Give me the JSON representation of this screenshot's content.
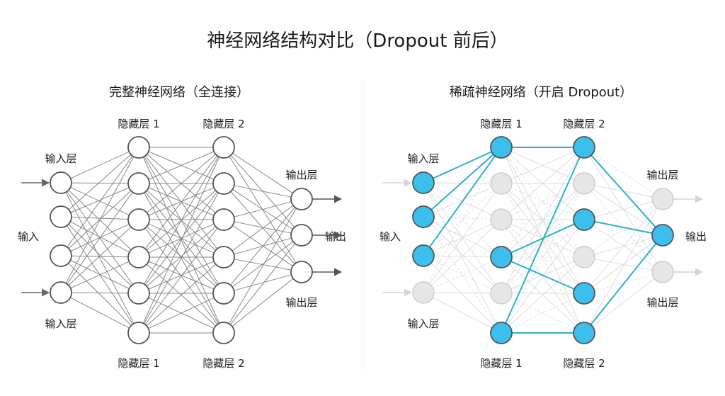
{
  "title": "神经网络结构对比（Dropout 前后）",
  "colors": {
    "edge": "#888888",
    "node_stroke": "#555555",
    "active_fill": "#3bbfec",
    "active_edge": "#2bb3c8",
    "inactive_fill": "#e6e6e6",
    "inactive_stroke": "#cccccc",
    "inactive_edge": "#dddddd",
    "arrow_left": "#666666",
    "arrow_right_inactive": "#cfcfcf"
  },
  "left": {
    "title": "完整神经网络（全连接）",
    "labels": {
      "hidden1_top": "隐藏层 1",
      "hidden2_top": "隐藏层 2",
      "input_top": "输入层",
      "output_top": "输出层",
      "input_side": "输入",
      "output_side": "输出",
      "input_bottom": "输入层",
      "output_bottom": "输出层",
      "hidden1_bottom": "隐藏层 1",
      "hidden2_bottom": "隐藏层 2"
    },
    "layers": {
      "input": 4,
      "hidden1": 6,
      "hidden2": 6,
      "output": 3
    }
  },
  "right": {
    "title": "稀疏神经网络（开启 Dropout）",
    "labels": {
      "hidden1_top": "隐藏层 1",
      "hidden2_top": "隐藏层 2",
      "input_top": "输入层",
      "output_top": "输出层",
      "input_side": "输入",
      "output_side": "输出",
      "input_bottom": "输入层",
      "output_bottom": "输出层",
      "hidden1_bottom": "隐藏层 1",
      "hidden2_bottom": "隐藏层 2"
    },
    "active": {
      "input": [
        true,
        true,
        true,
        false
      ],
      "hidden1": [
        true,
        false,
        false,
        true,
        false,
        true
      ],
      "hidden2": [
        true,
        false,
        true,
        false,
        true,
        true
      ],
      "output": [
        false,
        true,
        false
      ]
    },
    "active_edges": [
      [
        "input",
        0,
        "hidden1",
        0
      ],
      [
        "input",
        1,
        "hidden1",
        0
      ],
      [
        "input",
        2,
        "hidden1",
        0
      ],
      [
        "hidden1",
        0,
        "hidden2",
        0
      ],
      [
        "hidden1",
        3,
        "hidden2",
        2
      ],
      [
        "hidden1",
        3,
        "hidden2",
        4
      ],
      [
        "hidden1",
        5,
        "hidden2",
        0
      ],
      [
        "hidden1",
        5,
        "hidden2",
        5
      ],
      [
        "hidden2",
        0,
        "output",
        1
      ],
      [
        "hidden2",
        2,
        "output",
        1
      ],
      [
        "hidden2",
        5,
        "output",
        1
      ]
    ]
  }
}
